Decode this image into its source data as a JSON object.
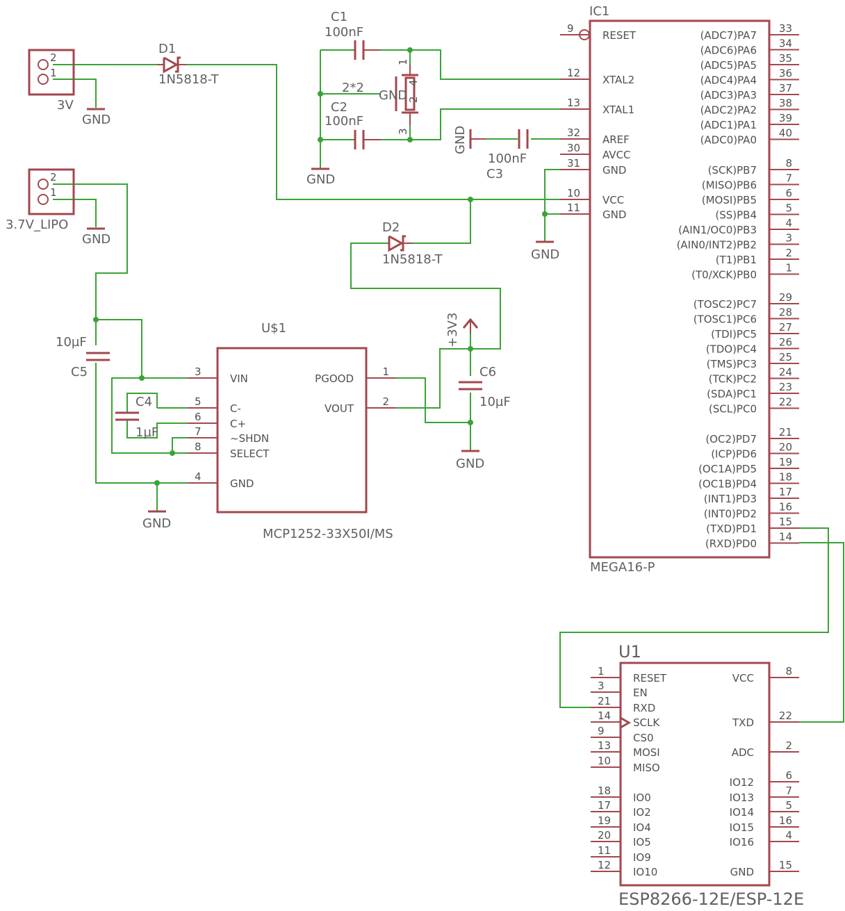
{
  "colors": {
    "part": "#a3474d",
    "wire": "#3aa335",
    "text": "#505050",
    "background": "#ffffff"
  },
  "connectors": {
    "j_3v": {
      "label": "3V",
      "pin_top": "2",
      "pin_bot": "1",
      "gnd": "GND"
    },
    "j_lipo": {
      "label": "3.7V_LIPO",
      "pin_top": "2",
      "pin_bot": "1",
      "gnd": "GND"
    }
  },
  "d1": {
    "name": "D1",
    "value": "1N5818-T"
  },
  "d2": {
    "name": "D2",
    "value": "1N5818-T"
  },
  "c1": {
    "name": "C1",
    "value": "100nF"
  },
  "c2": {
    "name": "C2",
    "value": "100nF"
  },
  "c3": {
    "name": "C3",
    "value": "100nF",
    "gnd": "GND"
  },
  "c4": {
    "name": "C4",
    "value": "1µF"
  },
  "c5": {
    "name": "C5",
    "value": "10µF"
  },
  "c6": {
    "name": "C6",
    "value": "10µF"
  },
  "xtal": {
    "name": "2*2",
    "gnd": "GND",
    "pin1": "1",
    "pin2": "2",
    "pin3": "3",
    "pin4": "4"
  },
  "supply": {
    "v33": "+3V3"
  },
  "gnd_label": "GND",
  "ic1": {
    "name": "IC1",
    "value": "MEGA16-P",
    "left_pins": [
      {
        "num": "9",
        "label": "RESET"
      },
      {
        "num": "12",
        "label": "XTAL2"
      },
      {
        "num": "13",
        "label": "XTAL1"
      },
      {
        "num": "32",
        "label": "AREF"
      },
      {
        "num": "30",
        "label": "AVCC"
      },
      {
        "num": "31",
        "label": "GND"
      },
      {
        "num": "10",
        "label": "VCC"
      },
      {
        "num": "11",
        "label": "GND"
      }
    ],
    "right_pins": [
      {
        "num": "33",
        "label": "(ADC7)PA7"
      },
      {
        "num": "34",
        "label": "(ADC6)PA6"
      },
      {
        "num": "35",
        "label": "(ADC5)PA5"
      },
      {
        "num": "36",
        "label": "(ADC4)PA4"
      },
      {
        "num": "37",
        "label": "(ADC3)PA3"
      },
      {
        "num": "38",
        "label": "(ADC2)PA2"
      },
      {
        "num": "39",
        "label": "(ADC1)PA1"
      },
      {
        "num": "40",
        "label": "(ADC0)PA0"
      },
      {
        "num": "8",
        "label": "(SCK)PB7"
      },
      {
        "num": "7",
        "label": "(MISO)PB6"
      },
      {
        "num": "6",
        "label": "(MOSI)PB5"
      },
      {
        "num": "5",
        "label": "(SS)PB4"
      },
      {
        "num": "4",
        "label": "(AIN1/OC0)PB3"
      },
      {
        "num": "3",
        "label": "(AIN0/INT2)PB2"
      },
      {
        "num": "2",
        "label": "(T1)PB1"
      },
      {
        "num": "1",
        "label": "(T0/XCK)PB0"
      },
      {
        "num": "29",
        "label": "(TOSC2)PC7"
      },
      {
        "num": "28",
        "label": "(TOSC1)PC6"
      },
      {
        "num": "27",
        "label": "(TDI)PC5"
      },
      {
        "num": "26",
        "label": "(TDO)PC4"
      },
      {
        "num": "25",
        "label": "(TMS)PC3"
      },
      {
        "num": "24",
        "label": "(TCK)PC2"
      },
      {
        "num": "23",
        "label": "(SDA)PC1"
      },
      {
        "num": "22",
        "label": "(SCL)PC0"
      },
      {
        "num": "21",
        "label": "(OC2)PD7"
      },
      {
        "num": "20",
        "label": "(ICP)PD6"
      },
      {
        "num": "19",
        "label": "(OC1A)PD5"
      },
      {
        "num": "18",
        "label": "(OC1B)PD4"
      },
      {
        "num": "17",
        "label": "(INT1)PD3"
      },
      {
        "num": "16",
        "label": "(INT0)PD2"
      },
      {
        "num": "15",
        "label": "(TXD)PD1"
      },
      {
        "num": "14",
        "label": "(RXD)PD0"
      }
    ]
  },
  "u_reg": {
    "name": "U$1",
    "value": "MCP1252-33X50I/MS",
    "left_pins": [
      {
        "num": "3",
        "label": "VIN"
      },
      {
        "num": "5",
        "label": "C-"
      },
      {
        "num": "6",
        "label": "C+"
      },
      {
        "num": "7",
        "label": "~SHDN"
      },
      {
        "num": "8",
        "label": "SELECT"
      },
      {
        "num": "4",
        "label": "GND"
      }
    ],
    "right_pins": [
      {
        "num": "1",
        "label": "PGOOD"
      },
      {
        "num": "2",
        "label": "VOUT"
      }
    ]
  },
  "u1": {
    "name": "U1",
    "value": "ESP8266-12E/ESP-12E",
    "left_pins": [
      {
        "num": "1",
        "label": "RESET"
      },
      {
        "num": "3",
        "label": "EN"
      },
      {
        "num": "21",
        "label": "RXD"
      },
      {
        "num": "14",
        "label": "SCLK"
      },
      {
        "num": "9",
        "label": "CS0"
      },
      {
        "num": "13",
        "label": "MOSI"
      },
      {
        "num": "10",
        "label": "MISO"
      },
      {
        "num": "18",
        "label": "IO0"
      },
      {
        "num": "17",
        "label": "IO2"
      },
      {
        "num": "19",
        "label": "IO4"
      },
      {
        "num": "20",
        "label": "IO5"
      },
      {
        "num": "11",
        "label": "IO9"
      },
      {
        "num": "12",
        "label": "IO10"
      }
    ],
    "right_pins": [
      {
        "num": "8",
        "label": "VCC"
      },
      {
        "num": "22",
        "label": "TXD"
      },
      {
        "num": "2",
        "label": "ADC"
      },
      {
        "num": "6",
        "label": "IO12"
      },
      {
        "num": "7",
        "label": "IO13"
      },
      {
        "num": "5",
        "label": "IO14"
      },
      {
        "num": "16",
        "label": "IO15"
      },
      {
        "num": "4",
        "label": "IO16"
      },
      {
        "num": "15",
        "label": "GND"
      }
    ]
  }
}
